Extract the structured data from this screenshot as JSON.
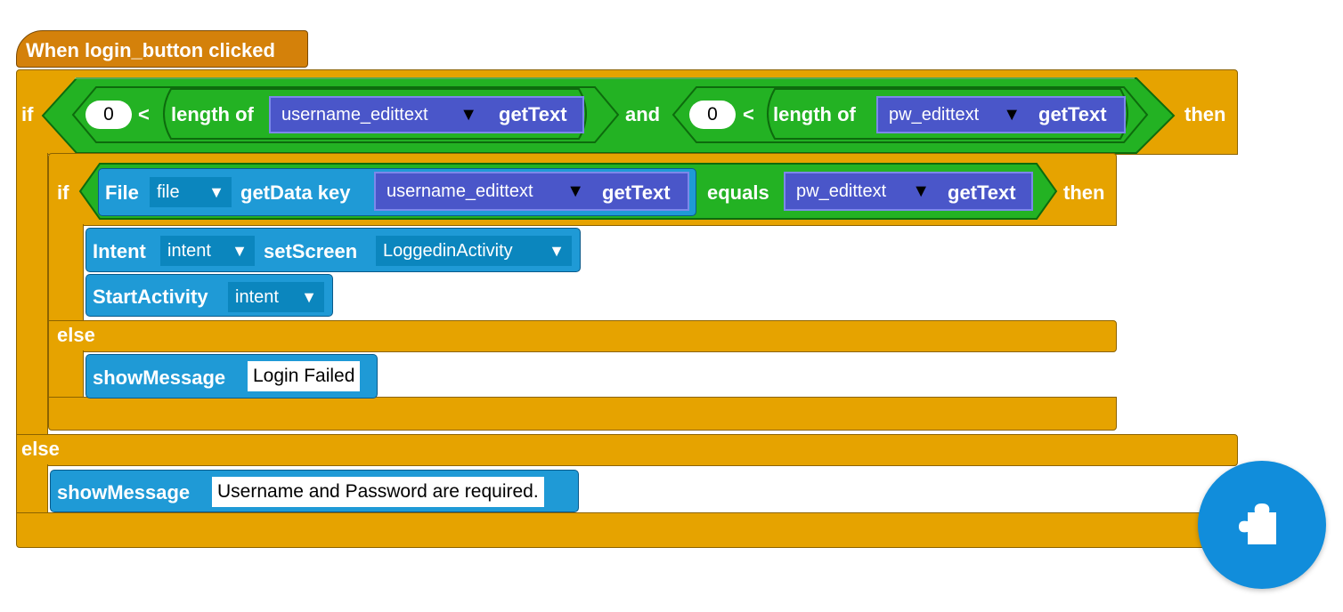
{
  "event_block": {
    "label": "When login_button clicked"
  },
  "outer_if": {
    "if_label": "if",
    "then_label": "then",
    "else_label": "else",
    "and_label": "and",
    "cond1": {
      "number": "0",
      "lt": "<",
      "length_of": "length of",
      "component": "username_edittext",
      "method": "getText"
    },
    "cond2": {
      "number": "0",
      "lt": "<",
      "length_of": "length of",
      "component": "pw_edittext",
      "method": "getText"
    }
  },
  "inner_if": {
    "if_label": "if",
    "then_label": "then",
    "else_label": "else",
    "file_label": "File",
    "file_dropdown": "file",
    "getdata_label": "getData key",
    "key_component": "username_edittext",
    "key_method": "getText",
    "equals_label": "equals",
    "pw_component": "pw_edittext",
    "pw_method": "getText"
  },
  "intent_block": {
    "label": "Intent",
    "dropdown": "intent",
    "method": "setScreen",
    "screen": "LoggedinActivity"
  },
  "start_activity": {
    "label": "StartActivity",
    "dropdown": "intent"
  },
  "msg_fail": {
    "label": "showMessage",
    "text": "Login Failed"
  },
  "msg_required": {
    "label": "showMessage",
    "text": "Username and Password are required."
  },
  "dropdown_arrow": "▼",
  "fab": {
    "icon": "puzzle-piece-icon",
    "color": "#118ddb"
  },
  "colors": {
    "control": "#e6a300",
    "event": "#d4810a",
    "component": "#1f9ad6",
    "logic": "#23b223",
    "text_block": "#4a56c9"
  }
}
